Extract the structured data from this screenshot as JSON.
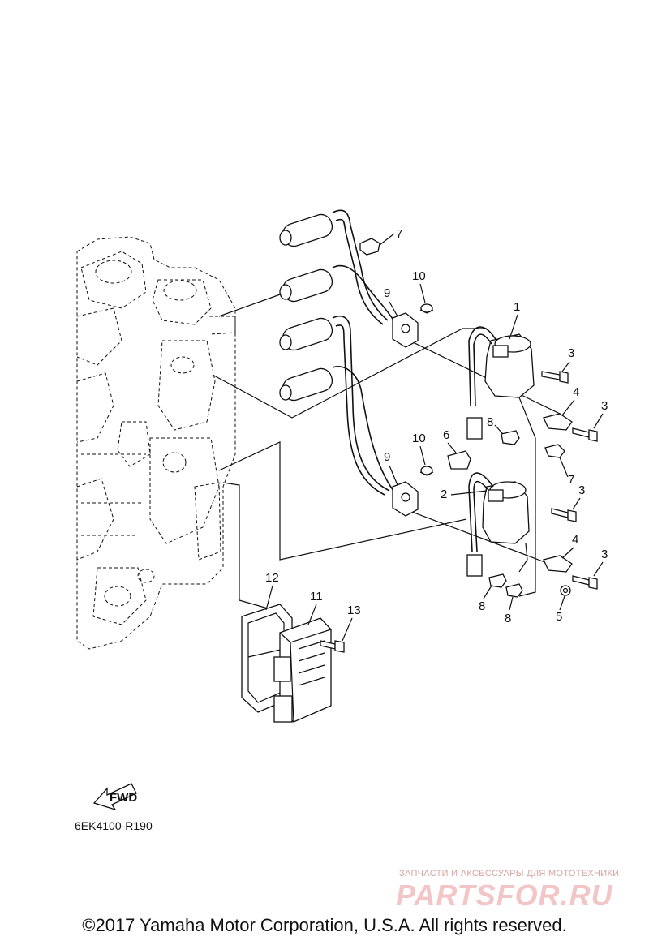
{
  "callouts": [
    {
      "id": "c1",
      "label": "1"
    },
    {
      "id": "c2",
      "label": "2"
    },
    {
      "id": "c3a",
      "label": "3"
    },
    {
      "id": "c3b",
      "label": "3"
    },
    {
      "id": "c3c",
      "label": "3"
    },
    {
      "id": "c3d",
      "label": "3"
    },
    {
      "id": "c4a",
      "label": "4"
    },
    {
      "id": "c4b",
      "label": "4"
    },
    {
      "id": "c5",
      "label": "5"
    },
    {
      "id": "c6",
      "label": "6"
    },
    {
      "id": "c7a",
      "label": "7"
    },
    {
      "id": "c7b",
      "label": "7"
    },
    {
      "id": "c8a",
      "label": "8"
    },
    {
      "id": "c8b",
      "label": "8"
    },
    {
      "id": "c8c",
      "label": "8"
    },
    {
      "id": "c9a",
      "label": "9"
    },
    {
      "id": "c9b",
      "label": "9"
    },
    {
      "id": "c10a",
      "label": "10"
    },
    {
      "id": "c10b",
      "label": "10"
    },
    {
      "id": "c11",
      "label": "11"
    },
    {
      "id": "c12",
      "label": "12"
    },
    {
      "id": "c13",
      "label": "13"
    }
  ],
  "fwd_label": "FWD",
  "part_code": "6EK4100-R190",
  "watermark": {
    "tagline": "ЗАПЧАСТИ И АКСЕССУАРЫ ДЛЯ МОТОТЕХНИКИ",
    "brand": "PARTSFOR.RU"
  },
  "copyright": "©2017 Yamaha Motor Corporation, U.S.A. All rights reserved.",
  "colors": {
    "line": "#111111",
    "background": "#ffffff",
    "watermark": "#f2c6c6"
  }
}
